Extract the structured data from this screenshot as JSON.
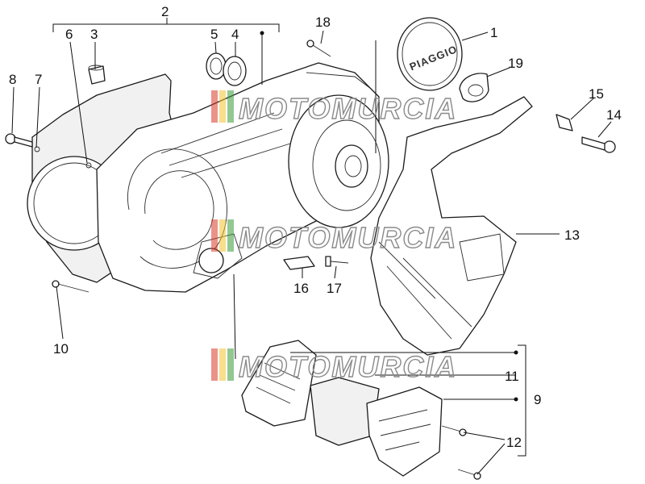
{
  "diagram": {
    "brand_label": "PIAGGIO",
    "watermark_text": "MOTOMURCIA",
    "watermark_colors": {
      "outline": "#8a8a8a",
      "bar_red": "#d83a2a",
      "bar_yellow": "#f2c230",
      "bar_green": "#3a9a3a"
    },
    "callouts": {
      "c1": "1",
      "c2": "2",
      "c3": "3",
      "c4": "4",
      "c5": "5",
      "c6": "6",
      "c7": "7",
      "c8": "8",
      "c9": "9",
      "c10": "10",
      "c11": "11",
      "c12": "12",
      "c13": "13",
      "c14": "14",
      "c15": "15",
      "c16": "16",
      "c17": "17",
      "c18": "18",
      "c19": "19"
    }
  }
}
